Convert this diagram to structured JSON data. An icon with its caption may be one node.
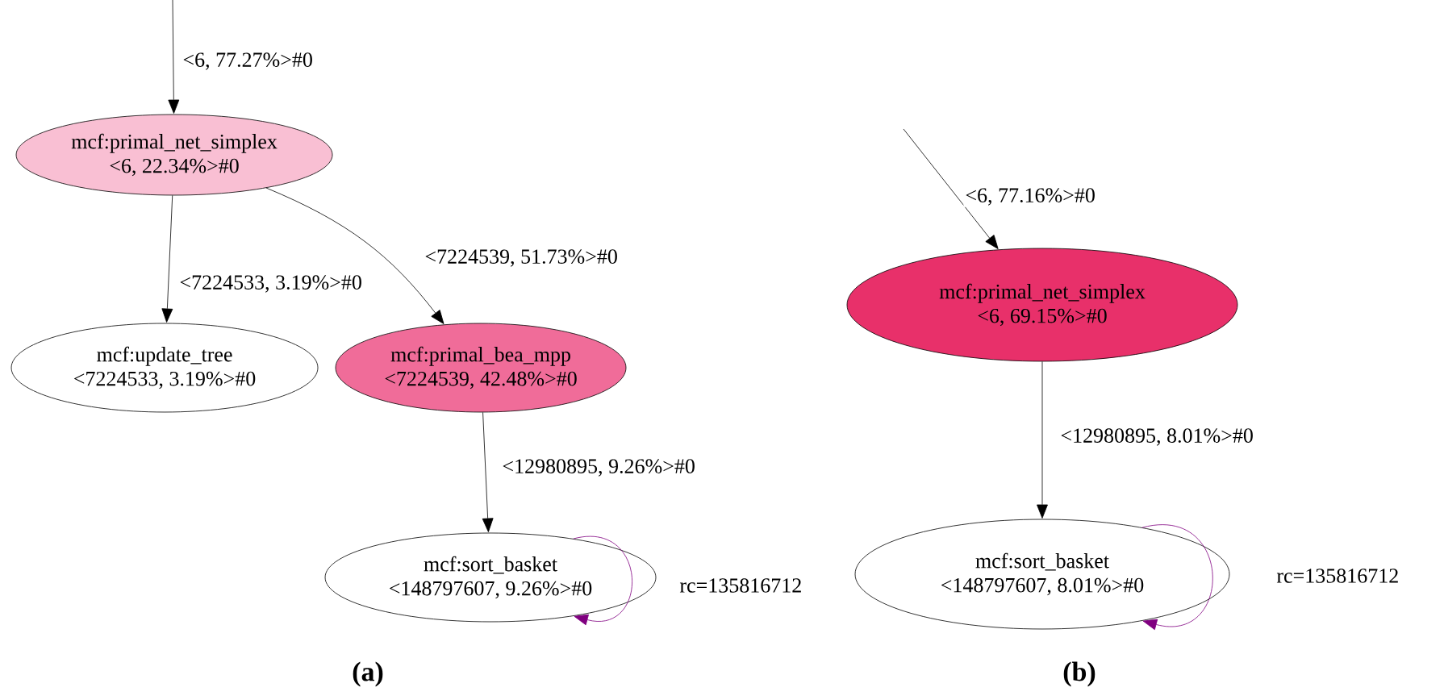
{
  "diagram": {
    "nodes": [
      {
        "text": [
          "mcf:primal_net_simplex",
          "<6, 22.34%>#0"
        ]
      },
      {
        "text": [
          "mcf:update_tree",
          "<7224533, 3.19%>#0"
        ]
      },
      {
        "text": [
          "mcf:primal_bea_mpp",
          "<7224539, 42.48%>#0"
        ]
      },
      {
        "text": [
          "mcf:sort_basket",
          "<148797607, 9.26%>#0"
        ]
      },
      {
        "text": [
          "mcf:primal_net_simplex",
          "<6, 69.15%>#0"
        ]
      },
      {
        "text": [
          "mcf:sort_basket",
          "<148797607, 8.01%>#0"
        ]
      }
    ],
    "edges": [
      {
        "from": null,
        "to": 0,
        "arrow": "to",
        "label": "<6, 77.27%>#0"
      },
      {
        "from": 0,
        "to": 1,
        "arrow": "to",
        "label": "<7224533, 3.19%>#0"
      },
      {
        "from": 0,
        "to": 2,
        "arrow": "to",
        "label": "<7224539, 51.73%>#0"
      },
      {
        "from": 2,
        "to": 3,
        "arrow": "to",
        "label": "<12980895, 9.26%>#0"
      },
      {
        "from": 3,
        "to": 3,
        "arrow": "to",
        "label": "rc=135816712",
        "color": "#800080"
      },
      {
        "from": null,
        "to": 4,
        "arrow": "to",
        "label": "<6, 77.16%>#0"
      },
      {
        "from": 4,
        "to": 5,
        "arrow": "to",
        "label": "<12980895, 8.01%>#0"
      },
      {
        "from": 5,
        "to": 5,
        "arrow": "to",
        "label": "rc=135816712",
        "color": "#800080"
      }
    ],
    "labels": [
      "(a)",
      "(b)"
    ]
  }
}
